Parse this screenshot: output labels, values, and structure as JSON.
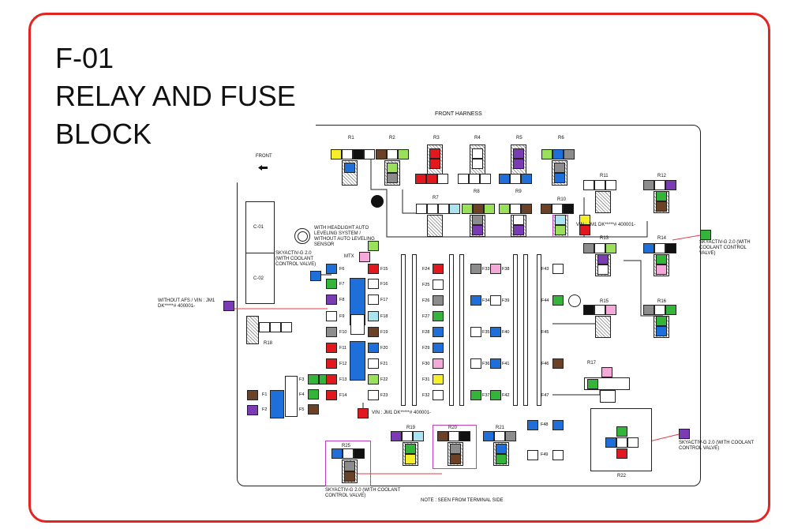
{
  "title": {
    "code": "F-01",
    "line1": "RELAY AND FUSE",
    "line2": "BLOCK"
  },
  "labels": {
    "front_harness": "FRONT HARNESS",
    "front": "FRONT",
    "note": "NOTE : SEEN FROM TERMINAL SIDE",
    "headlight": "WITH HEADLIGHT AUTO LEVELING SYSTEM / WITHOUT AUTO LEVELING SENSOR",
    "skyactiv_left": "SKYACTIV-G 2.0 (WITH COOLANT CONTROL VALVE)",
    "skyactiv_right_top": "SKYACTIV-G 2.0 (WITH COOLANT CONTROL VALVE)",
    "skyactiv_right_bottom": "SKYACTIV-G 2.0 (WITH COOLANT CONTROL VALVE)",
    "skyactiv_bottom": "SKYACTIV-G 2.0 (WITH COOLANT CONTROL VALVE)",
    "without_afs": "WITHOUT AFS / VIN : JM1 DK*****# 400001-",
    "vin_top": "VIN : JM1 DK*****# 400001-",
    "vin_bottom": "VIN : JM1 DK*****# 400001-",
    "mtx": "MTX",
    "c01": "C-01",
    "c02": "C-02"
  },
  "relays": [
    "R1",
    "R2",
    "R3",
    "R4",
    "R5",
    "R6",
    "R7",
    "R8",
    "R9",
    "R10",
    "R11",
    "R12",
    "R13",
    "R14",
    "R15",
    "R16",
    "R17",
    "R18",
    "R19",
    "R20",
    "R21",
    "R22",
    "R25"
  ],
  "fuses": [
    "F1",
    "F2",
    "F3",
    "F4",
    "F5",
    "F6",
    "F7",
    "F8",
    "F9",
    "F10",
    "F11",
    "F12",
    "F13",
    "F14",
    "F15",
    "F16",
    "F17",
    "F18",
    "F19",
    "F20",
    "F21",
    "F22",
    "F23",
    "F24",
    "F25",
    "F26",
    "F27",
    "F28",
    "F29",
    "F30",
    "F31",
    "F32",
    "F33",
    "F34",
    "F35",
    "F36",
    "F37",
    "F38",
    "F39",
    "F40",
    "F41",
    "F42",
    "F43",
    "F44",
    "F45",
    "F46",
    "F47",
    "F48",
    "F49"
  ],
  "colors": {
    "frame": "#e52421",
    "blue": "#1e6fd9",
    "green": "#35b43a",
    "lg": "#9be05b",
    "red": "#e1191e",
    "yellow": "#f4ef2a",
    "violet": "#7b3bb5",
    "pink": "#f4a9d9",
    "brown": "#6b4226",
    "gray": "#8c8c8c",
    "black": "#111111",
    "sb": "#a9e4f0"
  }
}
